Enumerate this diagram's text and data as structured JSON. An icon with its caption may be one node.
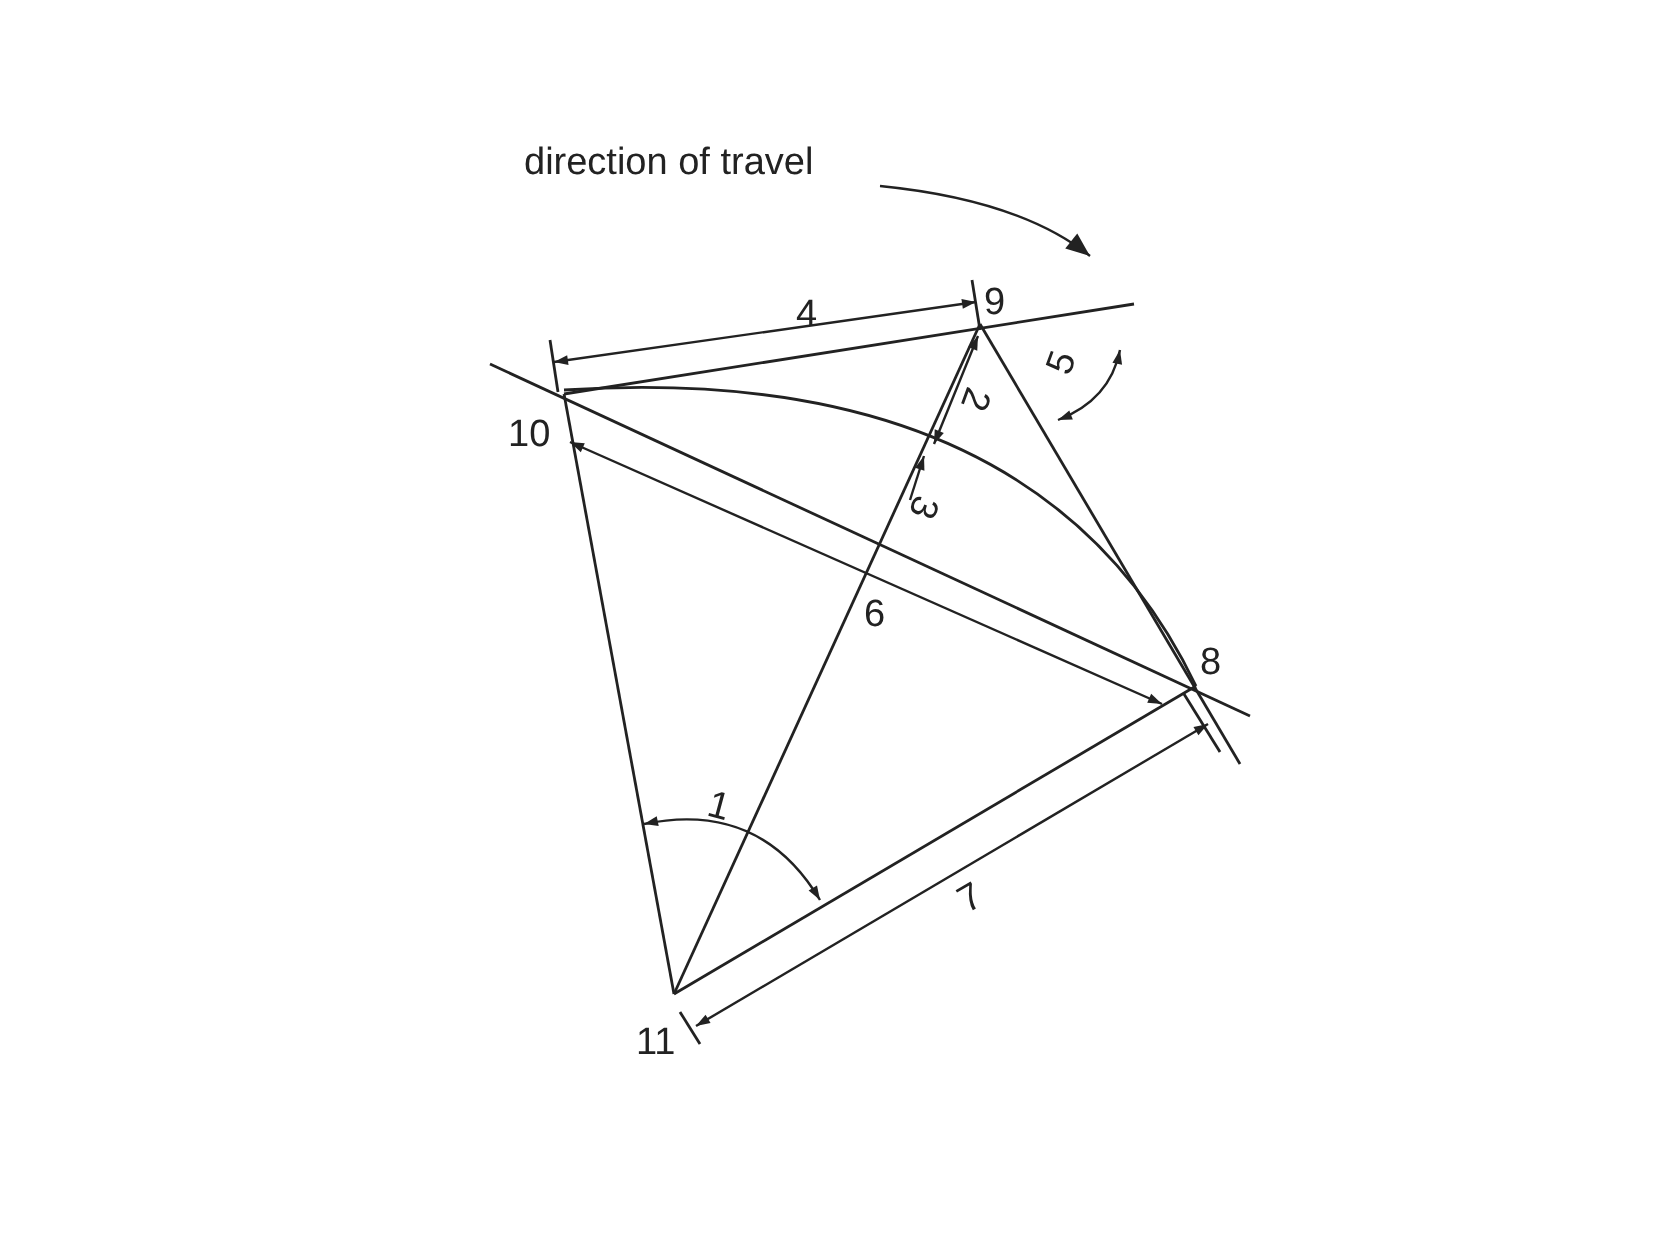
{
  "diagram": {
    "labels": [
      "direction of travel",
      "4",
      "9",
      "5",
      "2",
      "10",
      "3",
      "6",
      "8",
      "1",
      "7",
      "11"
    ]
  }
}
